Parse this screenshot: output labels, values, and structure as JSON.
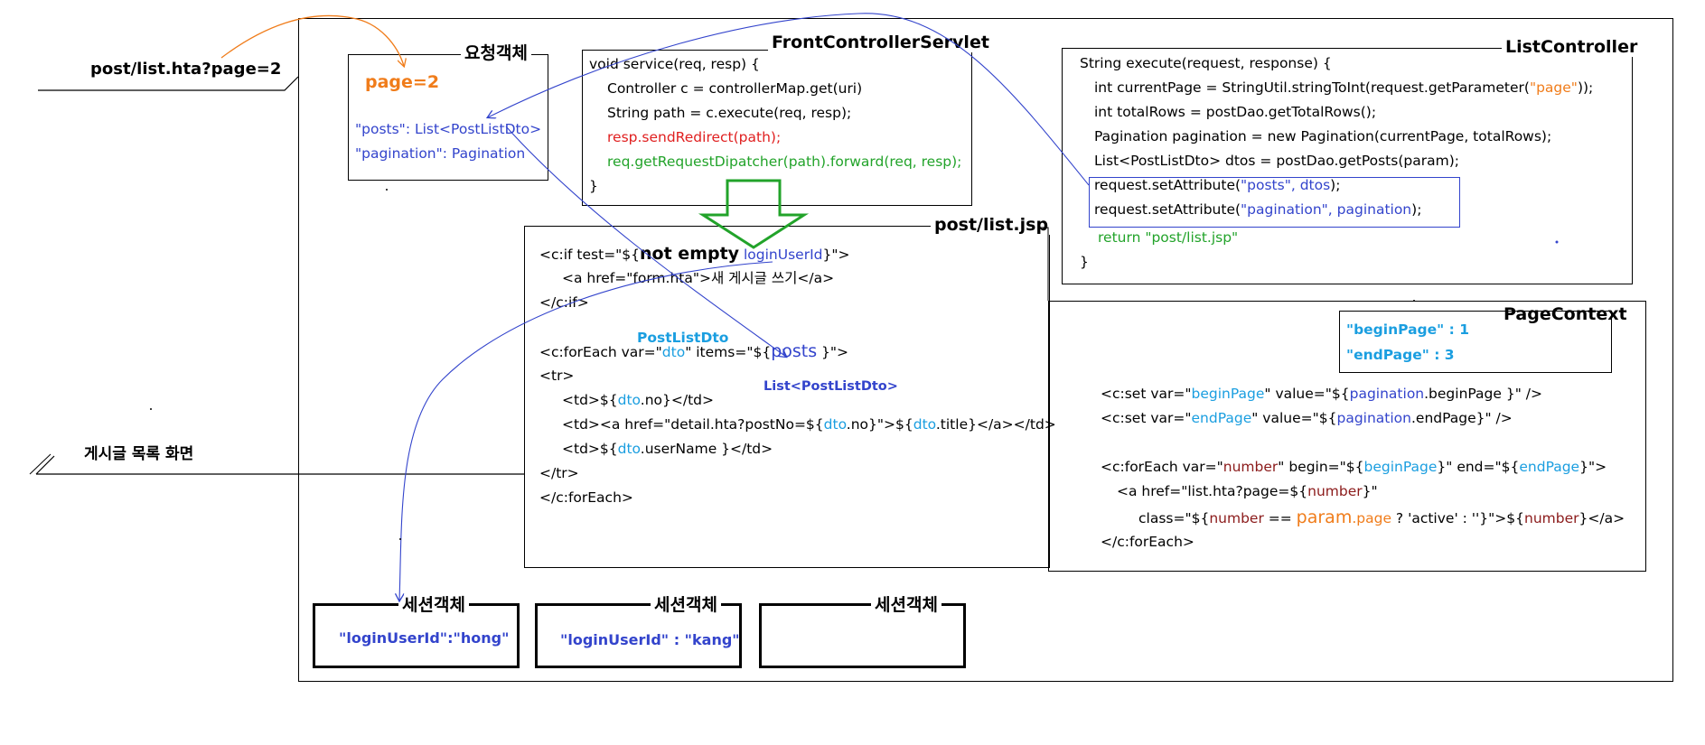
{
  "request_url": "post/list.hta?page=2",
  "screen_label": "게시글 목록 화면",
  "request_object": {
    "title": "요청객체",
    "param": "page=2",
    "attr1_key": "\"posts\"",
    "attr1_val": ": List<PostListDto>",
    "attr2_key": "\"pagination\"",
    "attr2_val": ": Pagination"
  },
  "front_controller": {
    "title": "FrontControllerServlet",
    "lines": [
      "void service(req, resp) {",
      "Controller c = controllerMap.get(uri)",
      "String path = c.execute(req, resp);",
      "resp.sendRedirect(path);",
      "req.getRequestDipatcher(path).forward(req, resp);",
      "}"
    ]
  },
  "list_controller": {
    "title": "ListController",
    "line1": "String execute(request, response) {",
    "line2_a": "int currentPage = StringUtil.stringToInt(request.getParameter(",
    "line2_b": "\"page\"",
    "line2_c": "));",
    "line3": "int totalRows = postDao.getTotalRows();",
    "line4": "Pagination pagination = new Pagination(currentPage, totalRows);",
    "line5": "List<PostListDto> dtos = postDao.getPosts(param);",
    "line6_a": "request.setAttribute(",
    "line6_b": "\"posts\", dtos",
    "line6_c": ");",
    "line7_a": "request.setAttribute(",
    "line7_b": "\"pagination\", pagination",
    "line7_c": ");",
    "line8": "return \"post/list.jsp\"",
    "line9": "}"
  },
  "list_jsp": {
    "title": "post/list.jsp",
    "if_a": "<c:if test=\"${",
    "if_b": "not empty",
    "if_c": "loginUserId",
    "if_d": "}\">",
    "link": "<a href=\"form.hta\">새 게시글 쓰기</a>",
    "endif": "</c:if>",
    "note_dto": "PostListDto",
    "foreach_a": "<c:forEach var=\"",
    "foreach_b": "dto",
    "foreach_c": "\" items=\"${",
    "foreach_d": "posts",
    "foreach_e": " }\">",
    "note_list": "List<PostListDto>",
    "tr": "<tr>",
    "td1_a": "<td>${",
    "td1_b": "dto",
    "td1_c": ".no}</td>",
    "td2_a": "<td><a href=\"detail.hta?postNo=${",
    "td2_b": "dto",
    "td2_c": ".no}\">${",
    "td2_d": "dto",
    "td2_e": ".title}</a></td>",
    "td3_a": "<td>${",
    "td3_b": "dto",
    "td3_c": ".userName }</td>",
    "endtr": "</tr>",
    "endforeach": "</c:forEach>"
  },
  "page_context": {
    "title": "PageContext",
    "begin": "\"beginPage\" : 1",
    "end": "\"endPage\" : 3",
    "set1_a": "<c:set var=\"",
    "set1_b": "beginPage",
    "set1_c": "\" value=\"${",
    "set1_d": "pagination",
    "set1_e": ".beginPage }\" />",
    "set2_a": "<c:set var=\"",
    "set2_b": "endPage",
    "set2_c": "\" value=\"${",
    "set2_d": "pagination",
    "set2_e": ".endPage}\" />",
    "fe_a": "<c:forEach var=\"",
    "fe_b": "number",
    "fe_c": "\" begin=\"${",
    "fe_d": "beginPage",
    "fe_e": "}\" end=\"${",
    "fe_f": "endPage",
    "fe_g": "}\">",
    "a1": "<a href=\"list.hta?page=${",
    "a2": "number",
    "a3": "}\"",
    "cls_a": "class=\"${",
    "cls_b": "number",
    "cls_c": " == ",
    "cls_d": "param",
    "cls_e": ".page",
    "cls_f": " ? 'active' : ''}\">${",
    "cls_g": "number",
    "cls_h": "}</a>",
    "endfe": "</c:forEach>"
  },
  "sessions": [
    {
      "title": "세션객체",
      "value": "\"loginUserId\":\"hong\""
    },
    {
      "title": "세션객체",
      "value": "\"loginUserId\" : \"kang\""
    },
    {
      "title": "세션객체",
      "value": ""
    }
  ]
}
